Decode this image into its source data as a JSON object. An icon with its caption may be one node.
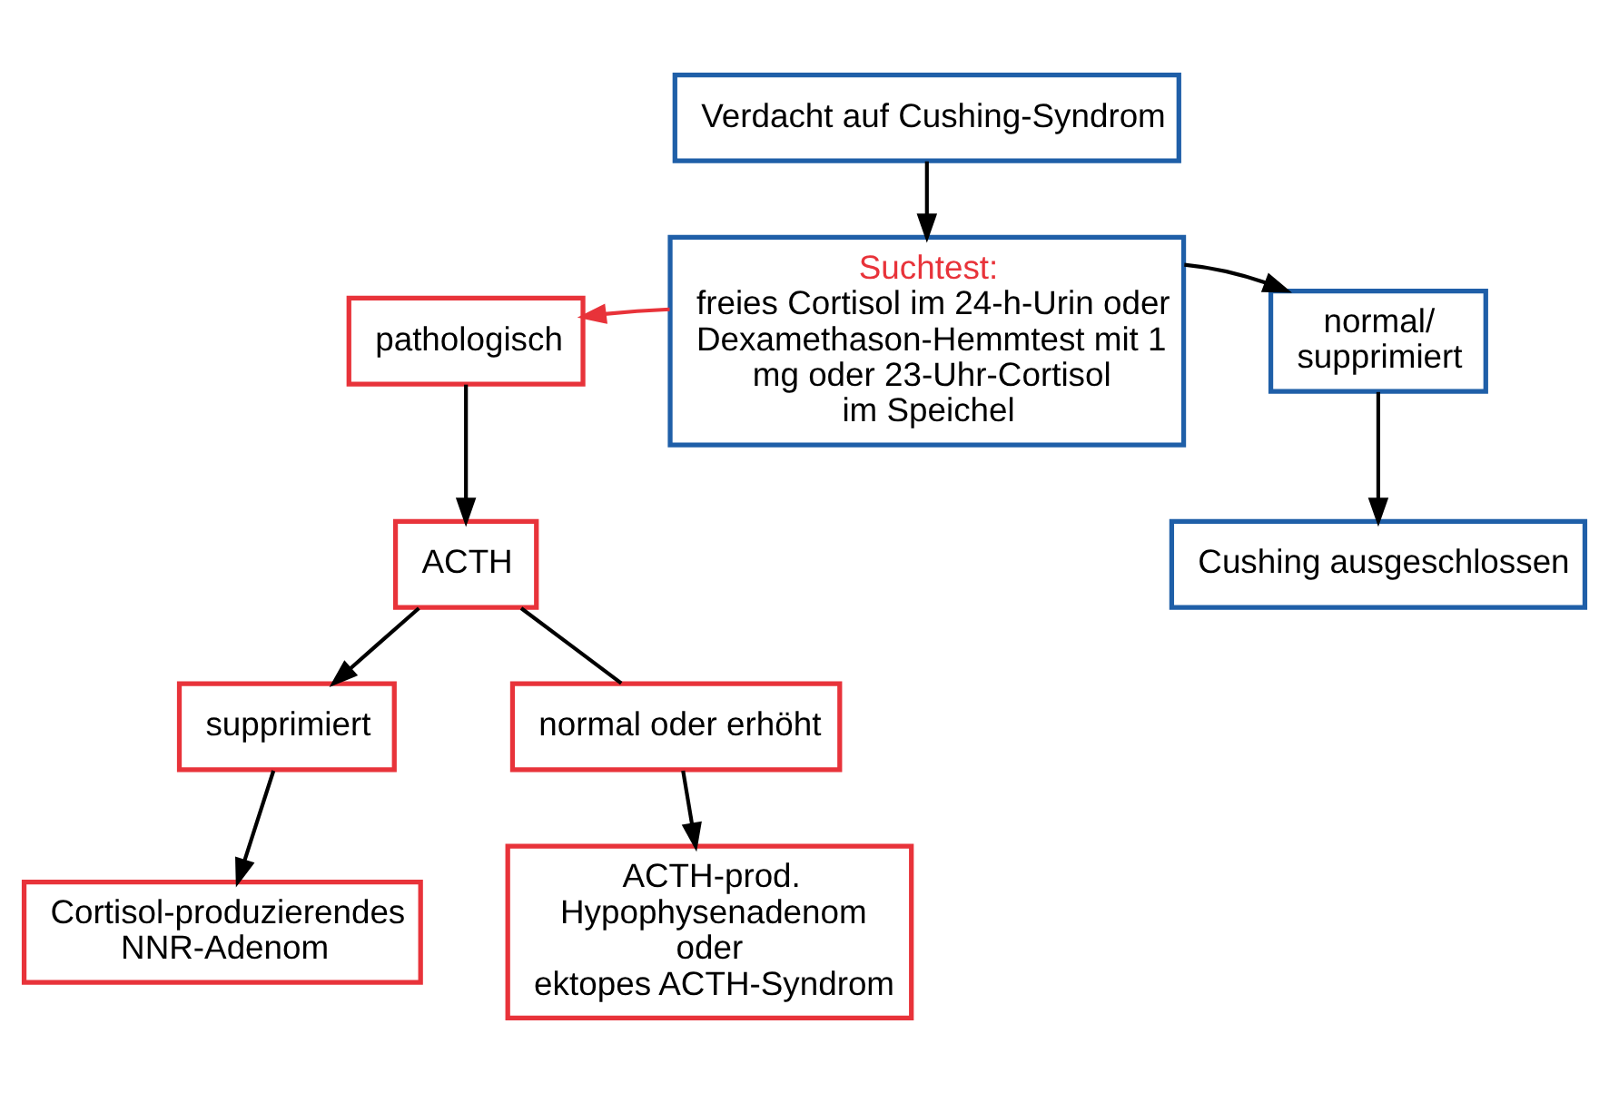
{
  "diagram": {
    "nodes": [
      {
        "text": [
          "Verdacht auf Cushing-Syndrom"
        ]
      },
      {
        "text": [
          "Suchtest:",
          "freies Cortisol im 24-h-Urin oder Dexamethason-Hemmtest mit 1 mg oder 23-Uhr-Cortisol im Speichel"
        ]
      },
      {
        "text": [
          "pathologisch"
        ]
      },
      {
        "text": [
          "normal/ supprimiert"
        ]
      },
      {
        "text": [
          "ACTH"
        ]
      },
      {
        "text": [
          "Cushing ausgeschlossen"
        ]
      },
      {
        "text": [
          "supprimiert"
        ]
      },
      {
        "text": [
          "normal oder erhöht"
        ]
      },
      {
        "text": [
          "Cortisol-produzierendes NNR-Adenom"
        ]
      },
      {
        "text": [
          "ACTH-prod. Hypophysenadenom oder ektopes ACTH-Syndrom"
        ]
      }
    ],
    "edges": [
      {
        "from": 0,
        "to": 1,
        "arrow": "to"
      },
      {
        "from": 1,
        "to": 2,
        "arrow": "to",
        "color": "#e8333a"
      },
      {
        "from": 1,
        "to": 3,
        "arrow": "to"
      },
      {
        "from": 3,
        "to": 5,
        "arrow": "to"
      },
      {
        "from": 2,
        "to": 4,
        "arrow": "to"
      },
      {
        "from": 4,
        "to": 6,
        "arrow": "to"
      },
      {
        "from": 4,
        "to": 7,
        "arrow": "none"
      },
      {
        "from": 7,
        "to": 9,
        "arrow": "to"
      },
      {
        "from": 6,
        "to": 8,
        "arrow": "to"
      }
    ]
  }
}
